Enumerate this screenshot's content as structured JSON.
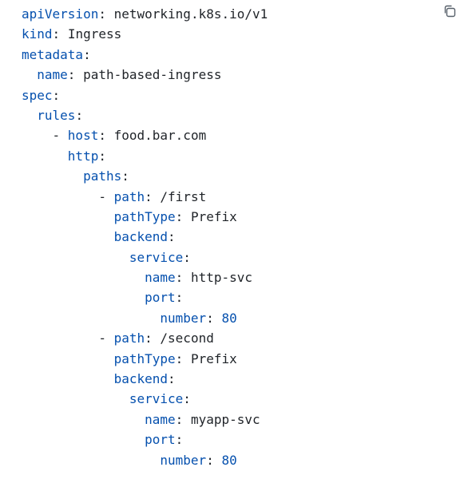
{
  "copy_button": {
    "icon": "copy-icon"
  },
  "colors": {
    "key": "#0550ae",
    "text": "#1f2328",
    "number": "#0550ae"
  },
  "lines": [
    {
      "indent": "",
      "dash": "",
      "key": "apiVersion",
      "value": "networking.k8s.io/v1"
    },
    {
      "indent": "",
      "dash": "",
      "key": "kind",
      "value": "Ingress"
    },
    {
      "indent": "",
      "dash": "",
      "key": "metadata",
      "value": ""
    },
    {
      "indent": "  ",
      "dash": "",
      "key": "name",
      "value": "path-based-ingress"
    },
    {
      "indent": "",
      "dash": "",
      "key": "spec",
      "value": ""
    },
    {
      "indent": "  ",
      "dash": "",
      "key": "rules",
      "value": ""
    },
    {
      "indent": "    ",
      "dash": "- ",
      "key": "host",
      "value": "food.bar.com"
    },
    {
      "indent": "      ",
      "dash": "",
      "key": "http",
      "value": ""
    },
    {
      "indent": "        ",
      "dash": "",
      "key": "paths",
      "value": ""
    },
    {
      "indent": "          ",
      "dash": "- ",
      "key": "path",
      "value": "/first"
    },
    {
      "indent": "            ",
      "dash": "",
      "key": "pathType",
      "value": "Prefix"
    },
    {
      "indent": "            ",
      "dash": "",
      "key": "backend",
      "value": ""
    },
    {
      "indent": "              ",
      "dash": "",
      "key": "service",
      "value": ""
    },
    {
      "indent": "                ",
      "dash": "",
      "key": "name",
      "value": "http-svc"
    },
    {
      "indent": "                ",
      "dash": "",
      "key": "port",
      "value": ""
    },
    {
      "indent": "                  ",
      "dash": "",
      "key": "number",
      "value": "80",
      "numeric": true
    },
    {
      "indent": "          ",
      "dash": "- ",
      "key": "path",
      "value": "/second"
    },
    {
      "indent": "            ",
      "dash": "",
      "key": "pathType",
      "value": "Prefix"
    },
    {
      "indent": "            ",
      "dash": "",
      "key": "backend",
      "value": ""
    },
    {
      "indent": "              ",
      "dash": "",
      "key": "service",
      "value": ""
    },
    {
      "indent": "                ",
      "dash": "",
      "key": "name",
      "value": "myapp-svc"
    },
    {
      "indent": "                ",
      "dash": "",
      "key": "port",
      "value": ""
    },
    {
      "indent": "                  ",
      "dash": "",
      "key": "number",
      "value": "80",
      "numeric": true
    }
  ]
}
